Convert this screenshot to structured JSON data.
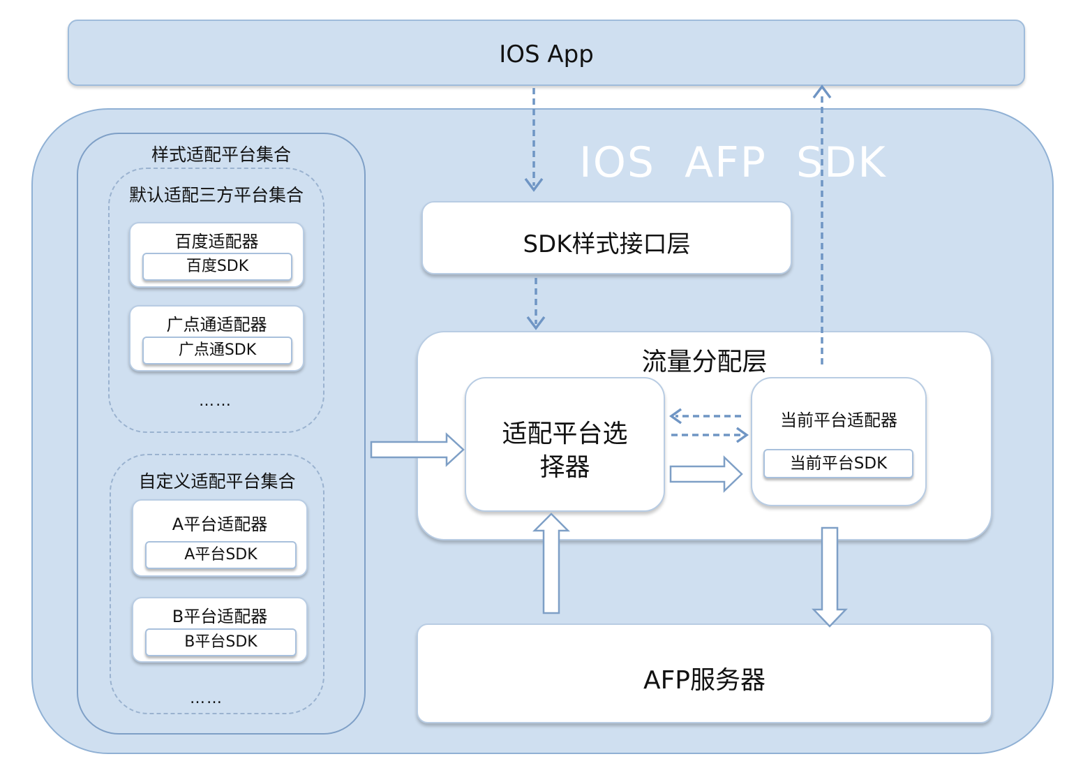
{
  "ios_app": {
    "label": "IOS App"
  },
  "sdk": {
    "title": "IOS  AFP  SDK"
  },
  "style_set": {
    "title": "样式适配平台集合",
    "default_set": {
      "title": "默认适配三方平台集合",
      "adapters": [
        {
          "label": "百度适配器",
          "sdk": "百度SDK"
        },
        {
          "label": "广点通适配器",
          "sdk": "广点通SDK"
        }
      ],
      "more": "……"
    },
    "custom_set": {
      "title": "自定义适配平台集合",
      "adapters": [
        {
          "label": "A平台适配器",
          "sdk": "A平台SDK"
        },
        {
          "label": "B平台适配器",
          "sdk": "B平台SDK"
        }
      ],
      "more": "……"
    }
  },
  "sdk_interface": {
    "label": "SDK样式接口层"
  },
  "traffic_layer": {
    "title": "流量分配层",
    "selector": {
      "line1": "适配平台选",
      "line2": "择器"
    },
    "current_adapter": {
      "label": "当前平台适配器",
      "sdk": "当前平台SDK"
    }
  },
  "afp_server": {
    "label": "AFP服务器"
  },
  "colors": {
    "container_fill": "#cfdff0",
    "container_border": "#8fb0d4",
    "arrow_dashed": "#6f95c4",
    "arrow_outline": "#7e9fc6"
  }
}
